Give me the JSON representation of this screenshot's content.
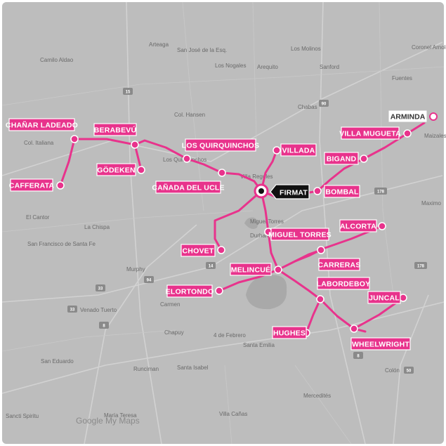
{
  "colors": {
    "route": "#e8338c",
    "background": "#bdbdbd",
    "hub": "#111111"
  },
  "hub": {
    "label": "FIRMAT",
    "icon": "location-dot-icon"
  },
  "destinations": [
    "CHAÑAR LADEADO",
    "BERABEVÚ",
    "LOS QUIRQUINCHOS",
    "GÖDEKEN",
    "CAFFERATA",
    "CAÑADA DEL UCLE",
    "VILLADA",
    "FIRMAT",
    "BOMBAL",
    "BIGAND",
    "VILLA MUGUETA",
    "ARMINDA",
    "ALCORTA",
    "MIGUEL TORRES",
    "CHOVET",
    "CARRERAS",
    "MELINCUÉ",
    "ELORTONDO",
    "LABORDEBOY",
    "JUNCAL",
    "HUGHES",
    "WHEELWRIGHT"
  ],
  "places": [
    "Arteaga",
    "San José de la Esq.",
    "Los Molinos",
    "Los Nogales",
    "Arequito",
    "Sanford",
    "Camilo Aldao",
    "Col. Hansen",
    "Chabas",
    "Fuentes",
    "Coronel Arnold",
    "Col. Italiana",
    "Los Quirquinchos",
    "Villa Regules",
    "El Cantor",
    "La Chispa",
    "San Francisco de Santa Fe",
    "Murphy",
    "Carmen",
    "Venado Tuerto",
    "Chapuy",
    "4 de Febrero",
    "Santa Emilia",
    "San Eduardo",
    "Runciman",
    "Santa Isabel",
    "Colón",
    "Mercedités",
    "María Teresa",
    "Villa Cañas",
    "Sancti Spiritu",
    "Maximo",
    "Maizales",
    "Miguel Torres",
    "Durham"
  ],
  "roads": [
    "33",
    "33",
    "15",
    "14",
    "94",
    "8",
    "8",
    "178",
    "178",
    "90",
    "50"
  ],
  "watermark": "Google My Maps"
}
